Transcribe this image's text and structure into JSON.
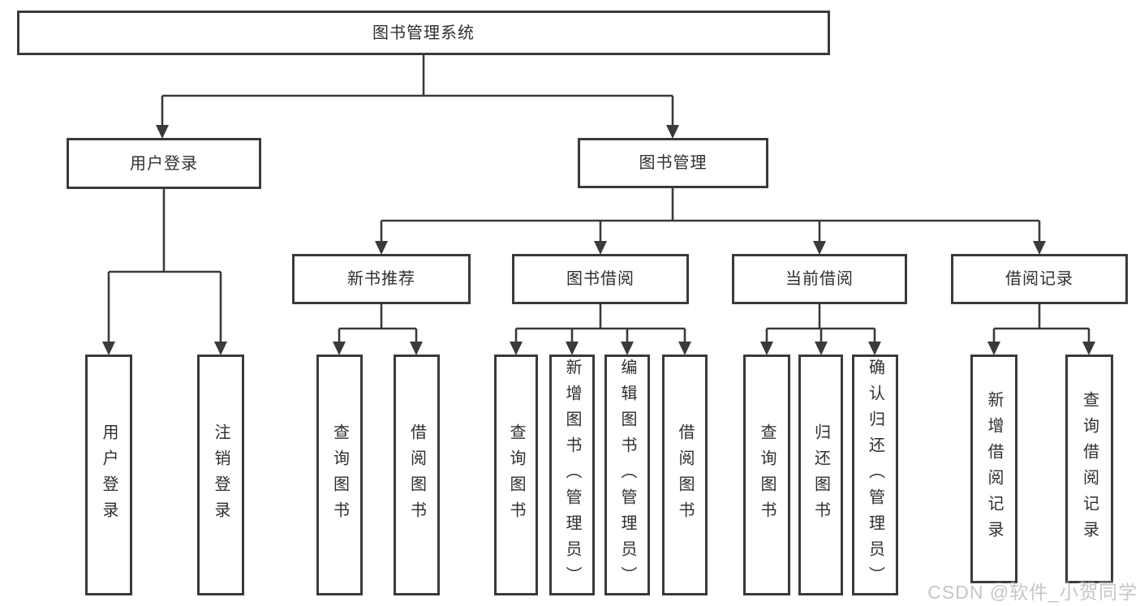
{
  "colors": {
    "line": "#3a3a3a",
    "text": "#2f2f2f",
    "watermark": "#c6c6c6",
    "background": "#ffffff"
  },
  "watermark": {
    "text": "CSDN @软件_小贺同学"
  },
  "tree": {
    "label": "图书管理系统",
    "children": [
      {
        "label": "用户登录",
        "children": [
          {
            "label": "用户登录"
          },
          {
            "label": "注销登录"
          }
        ]
      },
      {
        "label": "图书管理",
        "children": [
          {
            "label": "新书推荐",
            "children": [
              {
                "label": "查询图书"
              },
              {
                "label": "借阅图书"
              }
            ]
          },
          {
            "label": "图书借阅",
            "children": [
              {
                "label": "查询图书"
              },
              {
                "label": "新增图书（管理员）"
              },
              {
                "label": "编辑图书（管理员）"
              },
              {
                "label": "借阅图书"
              }
            ]
          },
          {
            "label": "当前借阅",
            "children": [
              {
                "label": "查询图书"
              },
              {
                "label": "归还图书"
              },
              {
                "label": "确认归还（管理员）"
              }
            ]
          },
          {
            "label": "借阅记录",
            "children": [
              {
                "label": "新增借阅记录"
              },
              {
                "label": "查询借阅记录"
              }
            ]
          }
        ]
      }
    ]
  }
}
